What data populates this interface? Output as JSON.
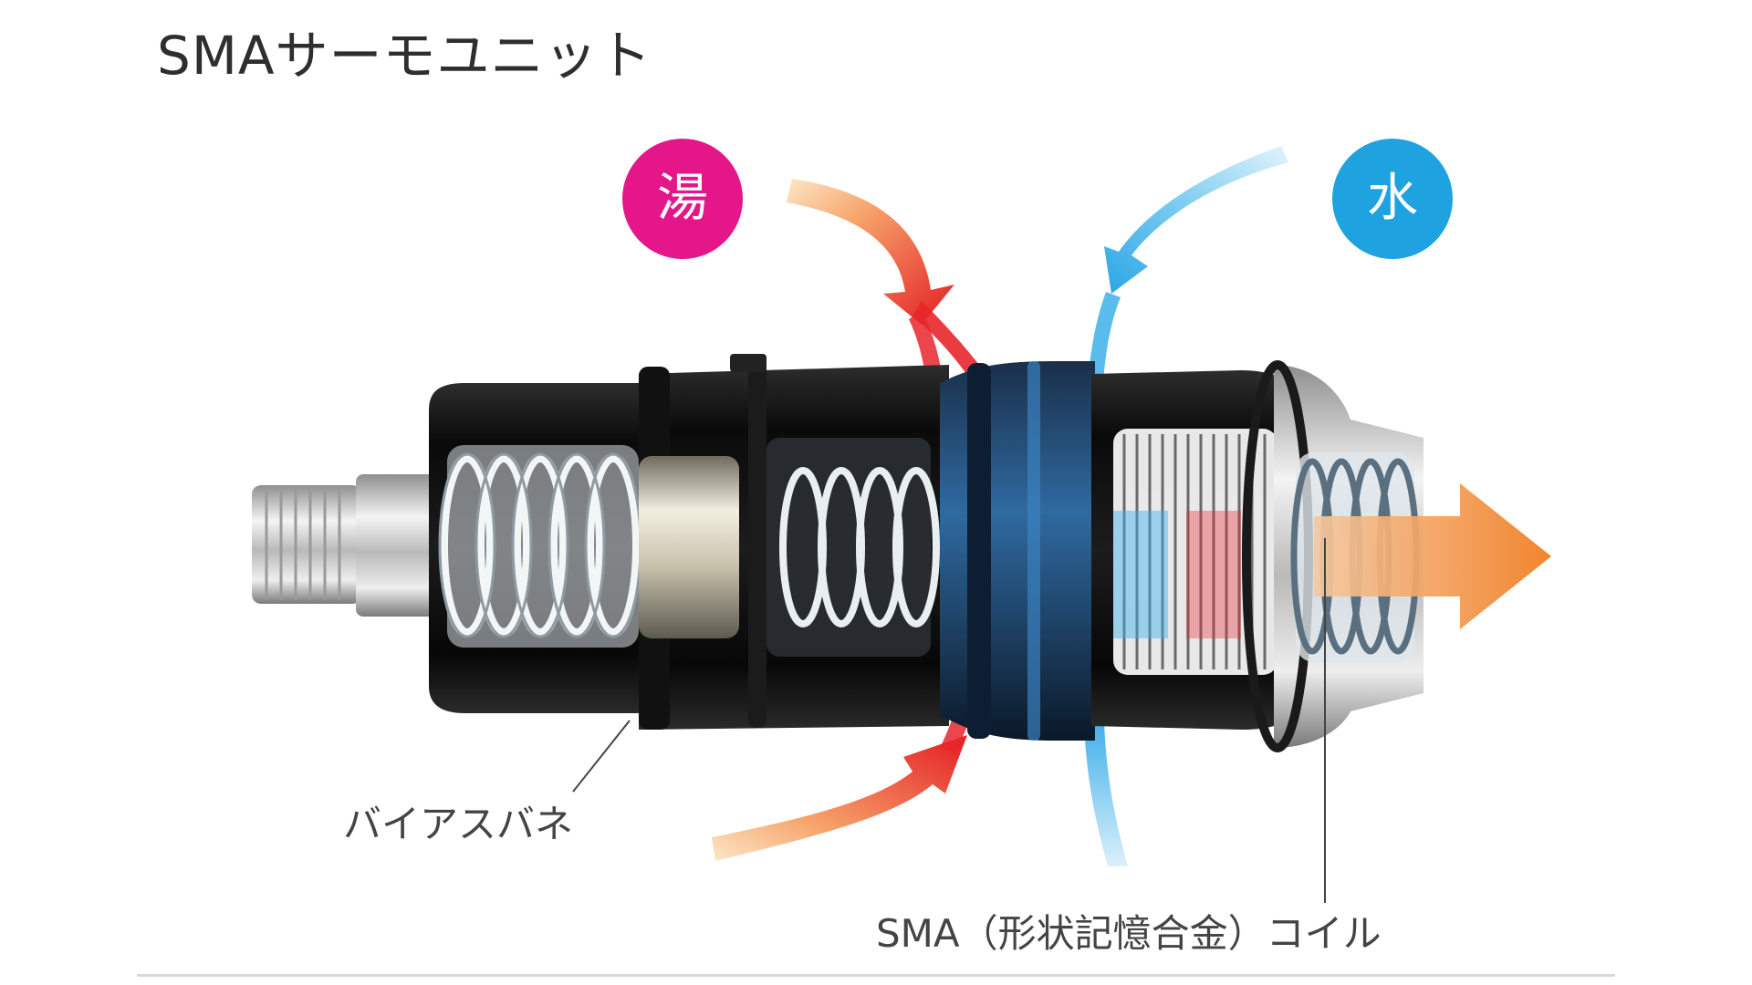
{
  "title": "SMAサーモユニット",
  "badges": {
    "hot": "湯",
    "cold": "水"
  },
  "callouts": {
    "bias_spring": "バイアスバネ",
    "sma_coil": "SMA（形状記憶合金）コイル"
  },
  "colors": {
    "hot_badge": "#e4168a",
    "cold_badge": "#1ea3e0",
    "hot_flow": "#e8262b",
    "cold_flow": "#3db0ea",
    "mixed_flow": "#f07a1c",
    "unit_body": "#141414"
  }
}
